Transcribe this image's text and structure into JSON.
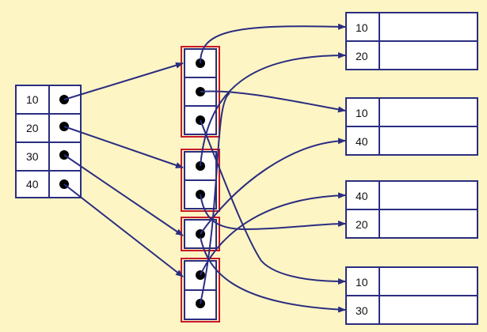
{
  "colors": {
    "background": "#fdf5c4",
    "box_fill": "#ffffff",
    "box_stroke": "#2b2d80",
    "bucket_outline": "#c8192b",
    "arrow": "#2b2d80",
    "pointer_dot": "#000000",
    "text": "#111111"
  },
  "index_table": {
    "keys": [
      "10",
      "20",
      "30",
      "40"
    ]
  },
  "pointer_buckets": [
    {
      "slots": 3
    },
    {
      "slots": 2
    },
    {
      "slots": 1
    },
    {
      "slots": 2
    }
  ],
  "record_blocks": [
    {
      "keys": [
        "10",
        "20"
      ]
    },
    {
      "keys": [
        "10",
        "40"
      ]
    },
    {
      "keys": [
        "40",
        "20"
      ]
    },
    {
      "keys": [
        "10",
        "30"
      ]
    }
  ]
}
